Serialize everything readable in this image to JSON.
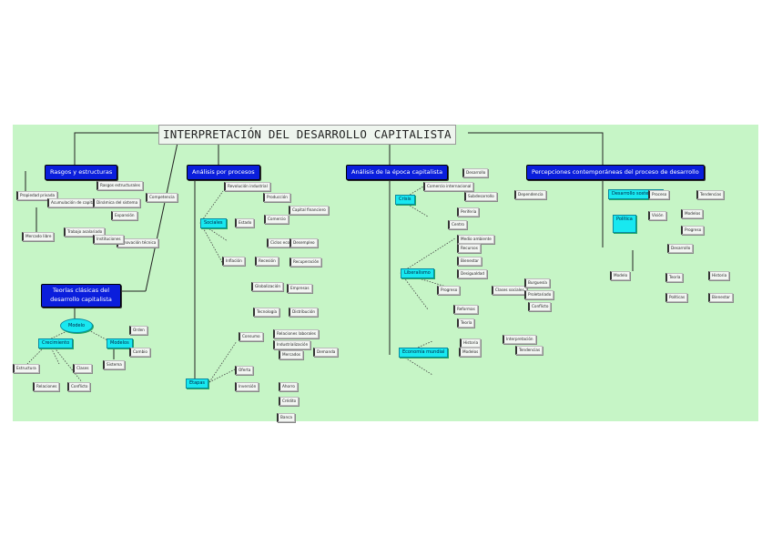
{
  "title": "INTERPRETACIÓN DEL DESARROLLO CAPITALISTA",
  "colors": {
    "background": "#c6f5c6",
    "header": "#0a1edc",
    "highlight": "#18e8f0"
  },
  "sections": [
    {
      "label": "Rasgos y estructuras"
    },
    {
      "label": "Análisis por procesos"
    },
    {
      "label": "Análisis de la época capitalista"
    },
    {
      "label": "Percepciones contemporáneas del proceso de desarrollo"
    },
    {
      "label": "Teorías clásicas del desarrollo capitalista"
    }
  ],
  "highlights": [
    "Modelo",
    "Crecimiento",
    "Modelos",
    "Sociales",
    "Etapas",
    "Crisis",
    "Liberalismo",
    "Economía mundial",
    "Desarrollo sostenible",
    "Política"
  ],
  "nodes": [
    "Propiedad privada",
    "Mercado libre",
    "Acumulación de capital",
    "Trabajo asalariado",
    "Rasgos estructurales",
    "Dinámica del sistema",
    "Expansión",
    "Competencia",
    "Innovación técnica",
    "Instituciones",
    "Revolución industrial",
    "Producción",
    "Comercio",
    "Capital financiero",
    "Estado",
    "Ciclos económicos",
    "Desempleo",
    "Inflación",
    "Recesión",
    "Recuperación",
    "Globalización",
    "Empresas",
    "Tecnología",
    "Distribución",
    "Consumo",
    "Relaciones laborales",
    "Industrialización",
    "Mercados",
    "Demanda",
    "Oferta",
    "Inversión",
    "Ahorro",
    "Crédito",
    "Banca",
    "Comercio internacional",
    "Desarrollo",
    "Subdesarrollo",
    "Dependencia",
    "Periferia",
    "Centro",
    "Medio ambiente",
    "Recursos",
    "Bienestar",
    "Desigualdad",
    "Progreso",
    "Clases sociales",
    "Burguesía",
    "Proletariado",
    "Conflicto",
    "Reformas",
    "Teoría",
    "Historia",
    "Interpretación",
    "Modelos",
    "Tendencias"
  ]
}
